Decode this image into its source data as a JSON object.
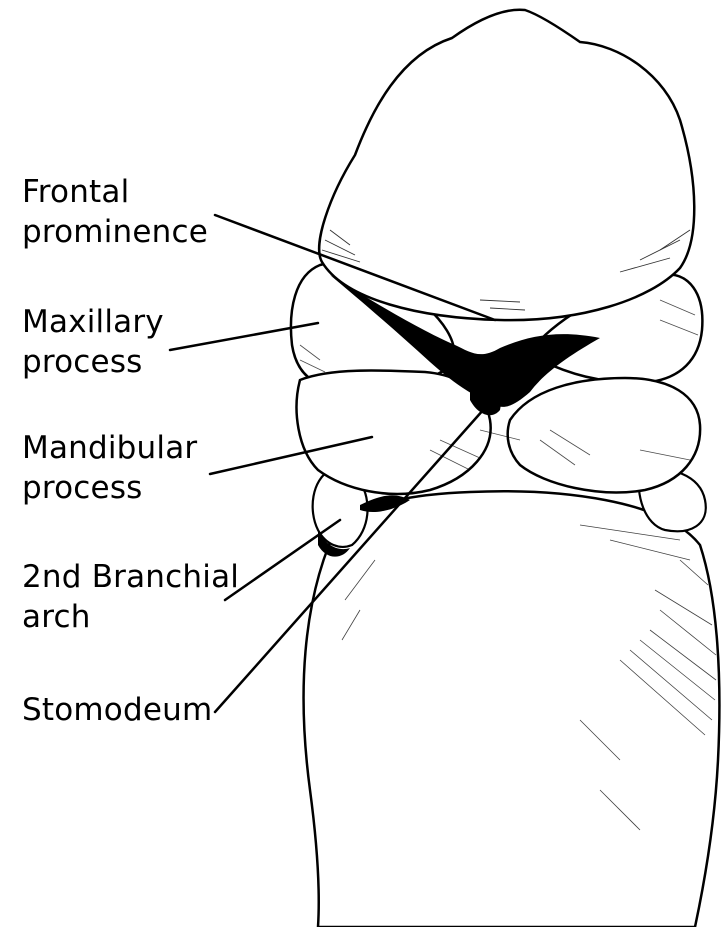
{
  "labels": {
    "frontal_prominence": {
      "line1": "Frontal",
      "line2": "prominence"
    },
    "maxillary_process": {
      "line1": "Maxillary",
      "line2": "process"
    },
    "mandibular_process": {
      "line1": "Mandibular",
      "line2": "process"
    },
    "second_branchial_arch": {
      "line1": "2nd Branchial",
      "line2": "arch"
    },
    "stomodeum": {
      "line1": "Stomodeum"
    }
  },
  "colors": {
    "ink": "#000000",
    "background": "#ffffff"
  }
}
